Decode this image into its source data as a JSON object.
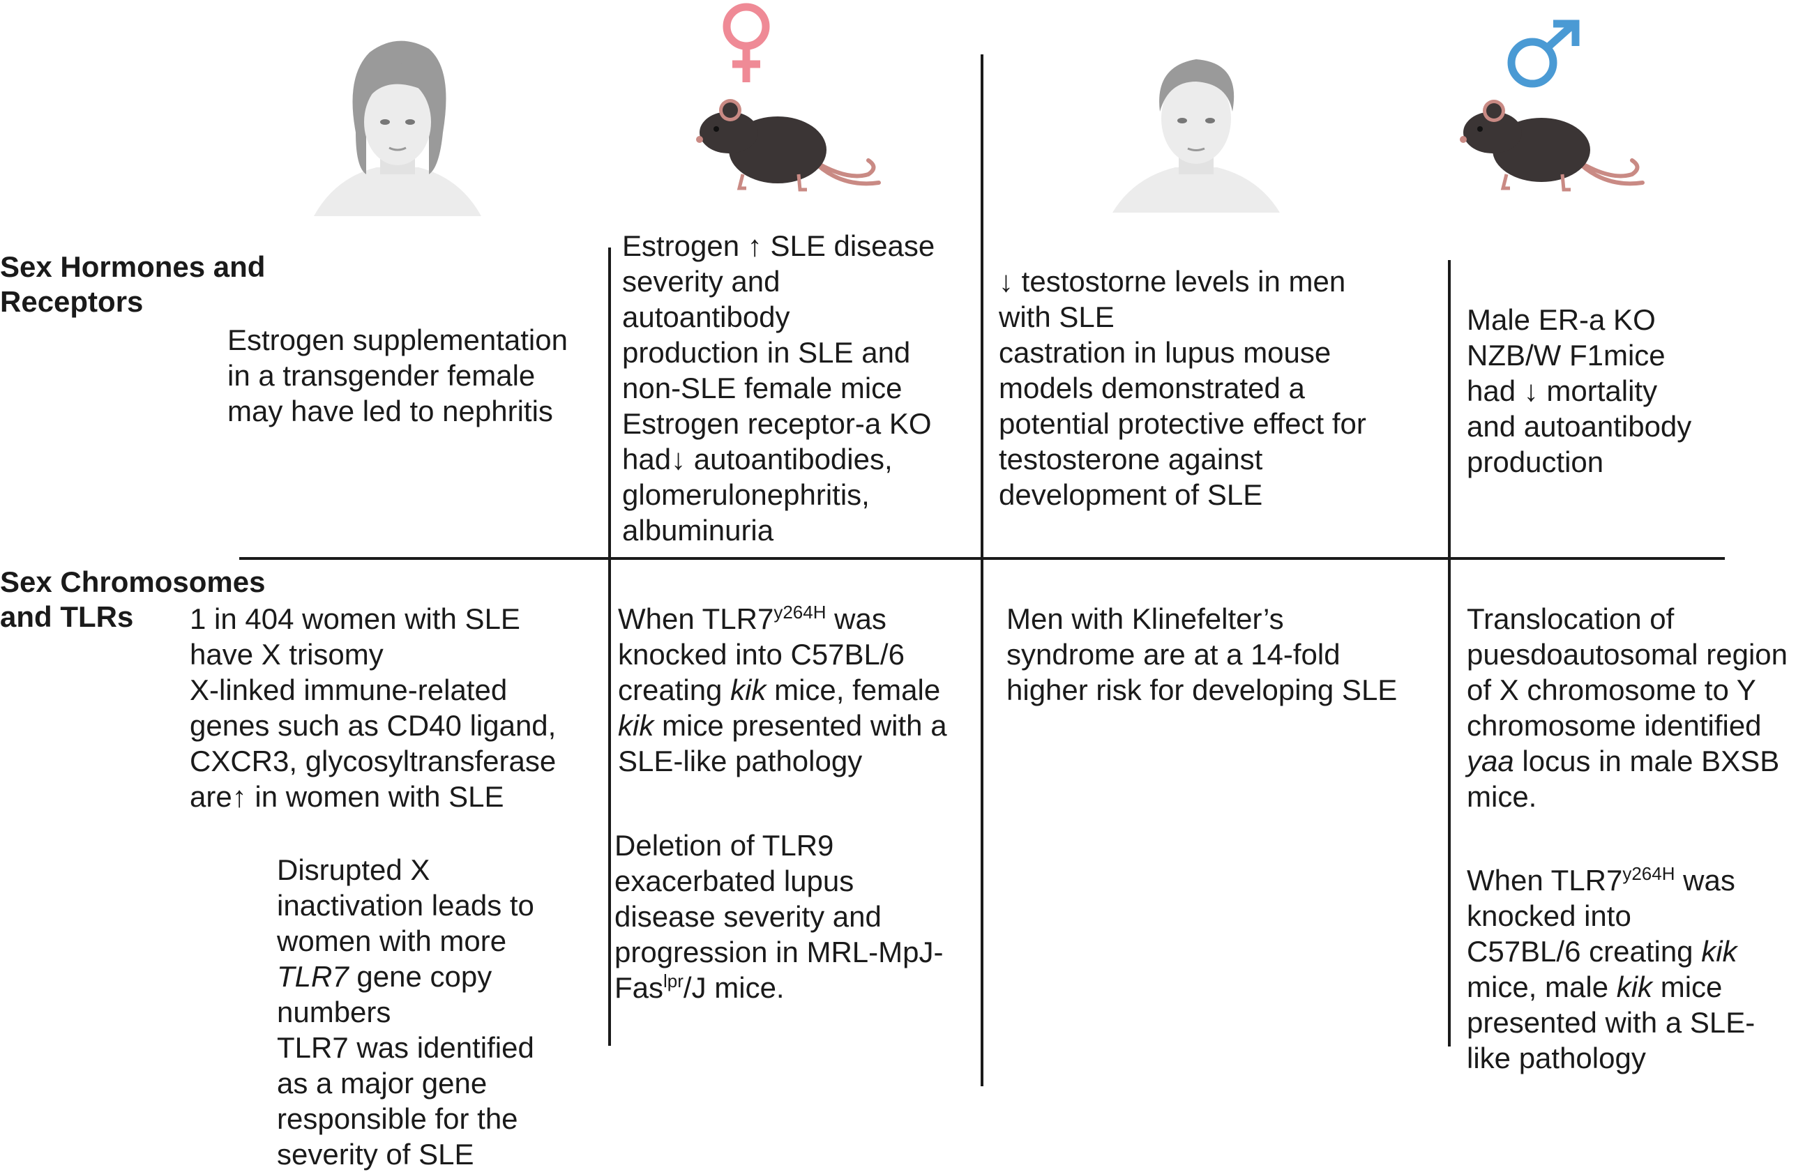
{
  "row_labels": {
    "hormones": [
      "Sex Hormones and",
      "Receptors"
    ],
    "chromosomes": [
      "Sex Chromosomes",
      "and TLRs"
    ]
  },
  "icons": {
    "woman": "woman-head-icon",
    "female_mouse": "female-mouse-icon",
    "female_symbol": "venus-icon",
    "man": "man-head-icon",
    "male_mouse": "male-mouse-icon",
    "male_symbol": "mars-icon"
  },
  "colors": {
    "female_symbol": "#ef8a96",
    "male_symbol": "#4a9ad4",
    "mouse_body": "#3b3535",
    "mouse_tail": "#c98a84",
    "lines": "#1a1a1a"
  },
  "hormones": {
    "human_female": [
      "Estrogen supplementation",
      "in a transgender female",
      "may have led to nephritis"
    ],
    "mouse_female": [
      "Estrogen ↑ SLE disease",
      "severity and",
      "autoantibody",
      "production in SLE and",
      "non-SLE female mice",
      "Estrogen receptor-a KO",
      "had↓ autoantibodies,",
      "glomerulonephritis,",
      "albuminuria"
    ],
    "human_male": [
      "↓ testostorne levels in men",
      "with SLE",
      "castration in lupus mouse",
      "models demonstrated a",
      "potential protective effect for",
      "testosterone against",
      "development of SLE"
    ],
    "mouse_male": [
      "Male ER-a KO",
      "NZB/W F1mice",
      "had ↓ mortality",
      "and autoantibody",
      "production"
    ]
  },
  "chromosomes": {
    "human_female_a": [
      "1 in 404 women with SLE",
      "have X trisomy",
      "X-linked immune-related",
      "genes such as CD40 ligand,",
      "CXCR3, glycosyltransferase",
      "are↑ in women with SLE"
    ],
    "human_female_b": {
      "l1": "Disrupted X",
      "l2": "inactivation leads to",
      "l3": "women with more",
      "l4_italic": "TLR7",
      "l4_rest": " gene copy",
      "l5": "numbers",
      "l6": "TLR7 was identified",
      "l7": "as a major gene",
      "l8": "responsible for the",
      "l9": "severity of SLE"
    },
    "mouse_female_a": {
      "l1_pre": "When TLR7",
      "l1_sup": "y264H",
      "l1_post": " was",
      "l2": "knocked into C57BL/6",
      "l3_pre": "creating ",
      "l3_italic": "kik",
      "l3_post": " mice, female",
      "l4_italic": "kik",
      "l4_post": " mice presented with a",
      "l5": "SLE-like pathology"
    },
    "mouse_female_b": {
      "l1": "Deletion of TLR9",
      "l2": "exacerbated lupus",
      "l3": "disease severity and",
      "l4": "progression in MRL-MpJ-",
      "l5_pre": "Fas",
      "l5_sup": "lpr",
      "l5_post": "/J mice."
    },
    "human_male": [
      "Men with Klinefelter’s",
      "syndrome are at a 14-fold",
      "higher risk for developing SLE"
    ],
    "mouse_male_a": {
      "l1": "Translocation of",
      "l2": "puesdoautosomal region",
      "l3": "of X chromosome to Y",
      "l4": "chromosome identified",
      "l5_italic": "yaa",
      "l5_post": " locus in male BXSB",
      "l6": "mice."
    },
    "mouse_male_b": {
      "l1_pre": "When TLR7",
      "l1_sup": "y264H",
      "l1_post": " was",
      "l2": "knocked into",
      "l3_pre": "C57BL/6 creating ",
      "l3_italic": "kik",
      "l4_pre": "mice, male ",
      "l4_italic": "kik",
      "l4_post": " mice",
      "l5": "presented with a SLE-",
      "l6": "like pathology"
    }
  }
}
